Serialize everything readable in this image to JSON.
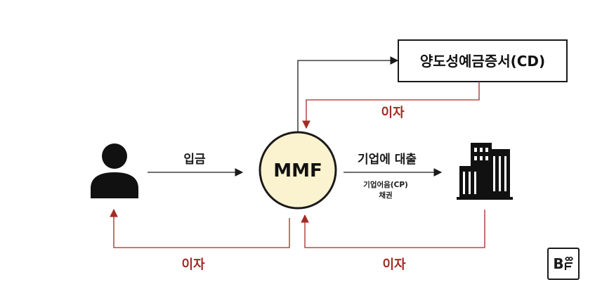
{
  "diagram": {
    "cd_box_label": "양도성예금증서(CD)",
    "mmf_label": "MMF",
    "deposit_label": "입금",
    "corp_loan_label": "기업에 대출",
    "cp_label": "기업어음(CP)",
    "bond_label": "채권",
    "interest_from_cd": "이자",
    "interest_to_person": "이자",
    "interest_from_company": "이자",
    "logo_text": "B"
  },
  "colors": {
    "black": "#1a1a1a",
    "interest_red": "#a32a26",
    "mmf_fill": "#fbf3cf"
  }
}
